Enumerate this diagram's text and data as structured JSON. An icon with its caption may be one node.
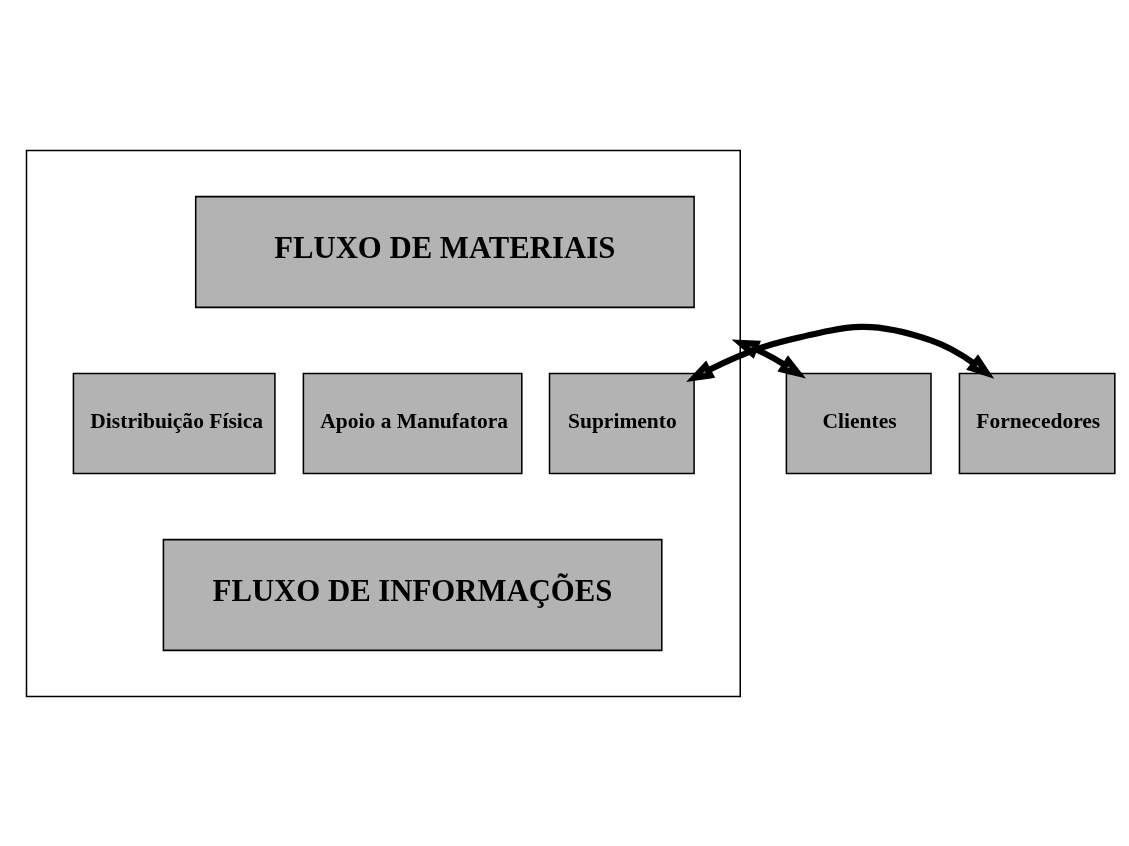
{
  "diagram": {
    "nodes": [
      {
        "text": [],
        "shape": "box"
      },
      {
        "text": [
          "Clientes"
        ]
      },
      {
        "text": [
          "FLUXO DE MATERIAIS"
        ],
        "in": 0
      },
      {
        "text": [
          "Distribuição Física"
        ],
        "in": 0
      },
      {
        "text": [
          "Apoio a Manufatora"
        ],
        "in": 0
      },
      {
        "text": [
          "Suprimento"
        ],
        "in": 0
      },
      {
        "text": [
          "FLUXO DE INFORMAÇÕES"
        ],
        "in": 0
      },
      {
        "text": [
          "Fornecedores"
        ]
      }
    ],
    "edges": [
      {
        "from": 1,
        "to": 0,
        "arrow": "both"
      },
      {
        "from": 5,
        "to": 7,
        "arrow": "both"
      }
    ]
  }
}
